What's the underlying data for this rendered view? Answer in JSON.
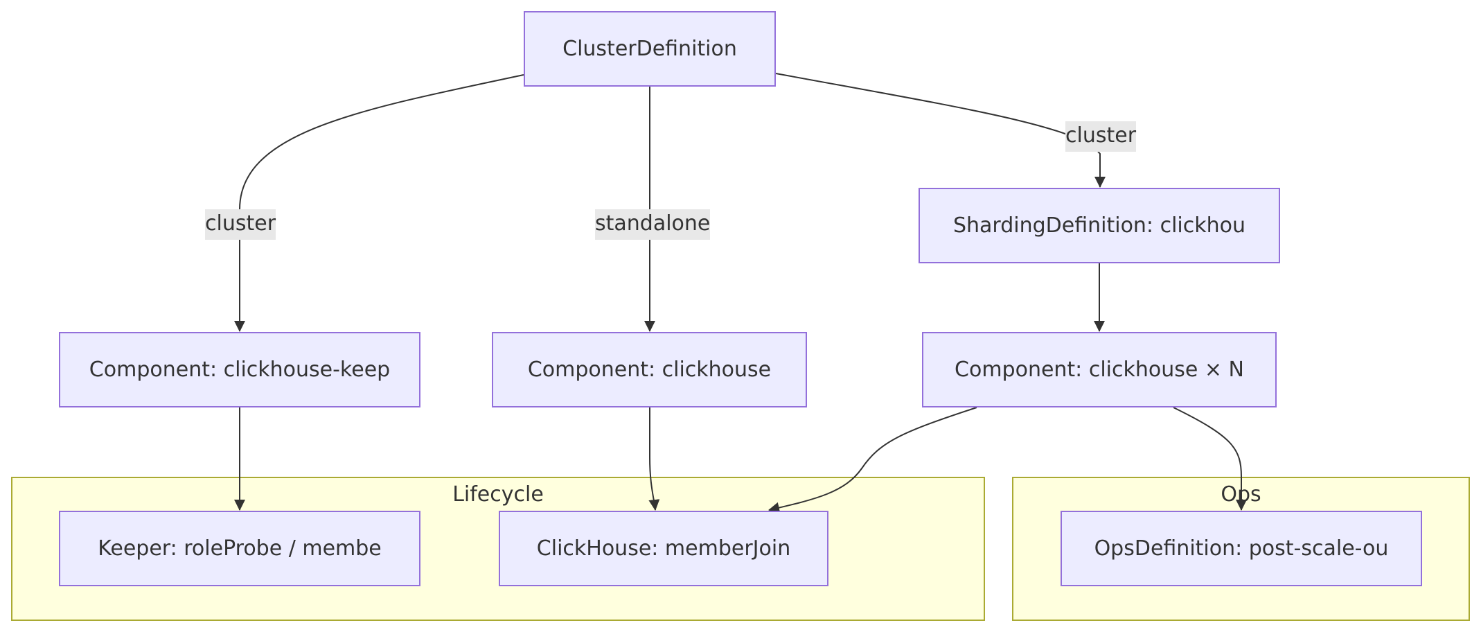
{
  "diagram": {
    "nodes": {
      "cluster_definition": "ClusterDefinition",
      "sharding_definition": "ShardingDefinition: clickhou",
      "component_keeper": "Component: clickhouse-keep",
      "component_clickhouse": "Component: clickhouse",
      "component_clickhouse_n": "Component: clickhouse × N",
      "keeper_lifecycle": "Keeper: roleProbe / membe",
      "clickhouse_memberjoin": "ClickHouse: memberJoin",
      "ops_definition": "OpsDefinition: post-scale-ou"
    },
    "groups": {
      "lifecycle": "Lifecycle",
      "ops": "Ops"
    },
    "edge_labels": {
      "to_keeper": "cluster",
      "to_standalone": "standalone",
      "to_sharding": "cluster"
    },
    "colors": {
      "node_fill": "#ececff",
      "node_border": "#9370db",
      "group_fill": "#ffffde",
      "group_border": "#aaaa33",
      "edge_line": "#333333",
      "edge_label_bg": "#e8e8e8"
    }
  }
}
